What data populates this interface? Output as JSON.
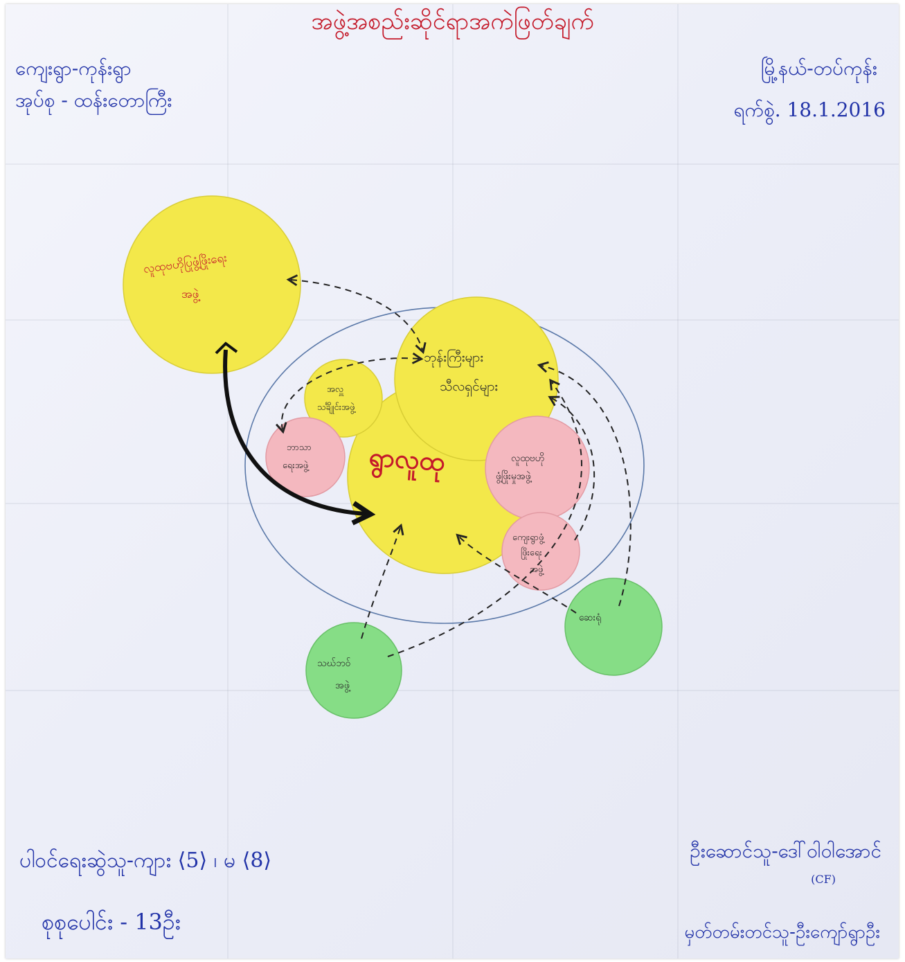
{
  "header": {
    "title": "အဖွဲ့အစည်းဆိုင်ရာအကဲဖြတ်ချက်",
    "village": "ကျေးရွာ-ကုန်းရွာ",
    "village_tract": "အုပ်စု - ထန်းတောကြီး",
    "township": "မြို့နယ်-တပ်ကုန်း",
    "date": "ရက်စွဲ. 18.1.2016"
  },
  "diagram": {
    "center_label": "ရွာလူထု",
    "nodes": [
      {
        "id": "cdd-top",
        "label_line1": "လူထုဗဟိုပြုဖွံ့ဖြိုးရေး",
        "label_line2": "အဖွဲ့",
        "color": "#f3e84a",
        "text_color": "#c41a2a"
      },
      {
        "id": "religious",
        "label_line1": "ဘုန်းကြီးများ",
        "label_line2": "သီလရှင်များ",
        "color": "#f3e84a",
        "text_color": "#2a2a2a"
      },
      {
        "id": "funeral",
        "label_line1": "အလှူ",
        "label_line2": "သင်္ချိုင်းအဖွဲ့",
        "color": "#f3e84a",
        "text_color": "#2a2a2a"
      },
      {
        "id": "education",
        "label_line1": "ဘာသာ",
        "label_line2": "ရေးအဖွဲ့",
        "color": "#f4b8bf",
        "text_color": "#2a2a2a"
      },
      {
        "id": "cdd-inner",
        "label_line1": "လူထုဗဟို",
        "label_line2": "ဖွံ့ဖြိုးမှုအဖွဲ့",
        "color": "#f4b8bf",
        "text_color": "#2a2a2a"
      },
      {
        "id": "village-dev",
        "label_line1": "ကျေးရွာဖွံ့",
        "label_line2": "ဖြိုးရေး",
        "label_line3": "အဖွဲ့",
        "color": "#f4b8bf",
        "text_color": "#2a2a2a"
      },
      {
        "id": "ngo",
        "label_line1": "သဃ်ဘဝ်",
        "label_line2": "အဖွဲ့",
        "color": "#86dd86",
        "text_color": "#2a2a2a"
      },
      {
        "id": "health",
        "label_line1": "ဆေးရုံ",
        "label_line2": "",
        "color": "#86dd86",
        "text_color": "#2a2a2a"
      }
    ]
  },
  "footer": {
    "participants": "ပါဝင်ရေးဆွဲသူ-ကျား ⟨5⟩ ၊ မ ⟨8⟩",
    "total": "စုစုပေါင်း - 13ဦး",
    "facilitator": "ဦးဆောင်သူ-ဒေါ်ဝါဝါအောင်",
    "facilitator_role": "(CF)",
    "note_taker": "မှတ်တမ်းတင်သူ-ဦးကျော်ရွာဦး"
  },
  "colors": {
    "ink_blue": "#2233a8",
    "ink_red": "#c41a2a",
    "yellow": "#f3e84a",
    "pink": "#f4b8bf",
    "green": "#86dd86"
  }
}
